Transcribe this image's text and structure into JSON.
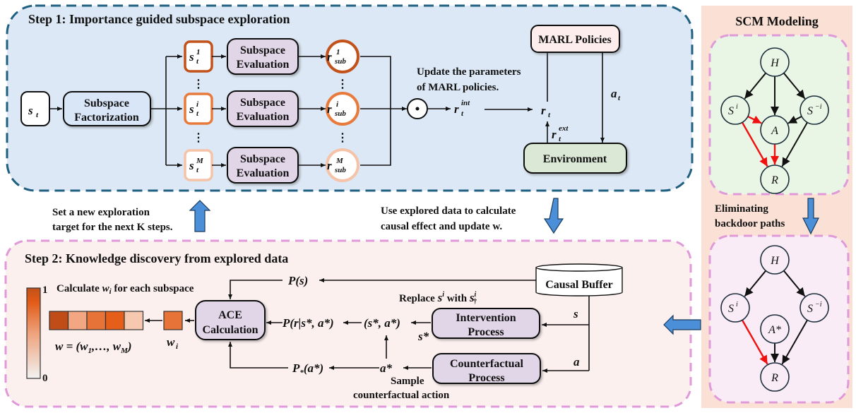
{
  "step1": {
    "title": "Step 1: Importance guided subspace exploration",
    "state_input": "s",
    "state_input_sub": "t",
    "factorization": [
      "Subspace",
      "Factorization"
    ],
    "subspaces": [
      {
        "sup": "1",
        "color": "#c2511a"
      },
      {
        "sup": "i",
        "color": "#e87a3c"
      },
      {
        "sup": "M",
        "color": "#f5c3a8"
      }
    ],
    "evaluation": [
      "Subspace",
      "Evaluation"
    ],
    "reward_sub": "sub",
    "odot": "⊙",
    "r_int": {
      "base": "r",
      "sub": "t",
      "sup": "int"
    },
    "update_note": [
      "Update the parameters",
      "of MARL policies."
    ],
    "r_t": {
      "base": "r",
      "sub": "t"
    },
    "r_ext": {
      "base": "r",
      "sub": "t",
      "sup": "ext"
    },
    "a_t": {
      "base": "a",
      "sub": "t"
    },
    "marl": "MARL Policies",
    "environment": "Environment"
  },
  "transitions": {
    "up_note": [
      "Set a new exploration",
      "target for the next K steps."
    ],
    "down_note": [
      "Use explored data to calculate",
      "causal effect and update w."
    ]
  },
  "step2": {
    "title": "Step 2: Knowledge discovery from explored data",
    "calc_note_pre": "Calculate ",
    "calc_note_var": "w",
    "calc_note_sub": "i",
    "calc_note_post": " for each subspace",
    "colorbar": {
      "max": "1",
      "min": "0",
      "from": "#f2f2f2",
      "to": "#c2511a"
    },
    "weights": [
      0.95,
      0.45,
      0.75,
      0.85,
      0.3
    ],
    "weight_colors": [
      "#c04c17",
      "#f2a682",
      "#e87338",
      "#e55f1a",
      "#f6c8b0"
    ],
    "w_single_color": "#e87338",
    "w_vector": "w = (w",
    "w_vector_label": [
      "w = (w",
      "1",
      ",…, w",
      "M",
      ")"
    ],
    "w_i": {
      "base": "w",
      "sub": "i"
    },
    "ace": [
      "ACE",
      "Calculation"
    ],
    "p_s": "P(s)",
    "p_r": "P(r|s*, a*)",
    "p_a": [
      "P",
      "*",
      "(a*)"
    ],
    "pair": "(s*, a*)",
    "s_star": "s*",
    "a_star": "a*",
    "replace_note": [
      "Replace ",
      "s",
      "i",
      " with ",
      "s",
      "i",
      "†"
    ],
    "intervention": [
      "Intervention",
      "Process"
    ],
    "counterfactual": [
      "Counterfactual",
      "Process"
    ],
    "sample_note": [
      "Sample",
      "counterfactual action"
    ],
    "buffer": "Causal Buffer",
    "s_label": "s",
    "a_label": "a"
  },
  "scm": {
    "title": "SCM Modeling",
    "eliminating_note": [
      "Eliminating",
      "backdoor paths"
    ],
    "nodes_top": [
      "H",
      "S",
      "S",
      "A",
      "R"
    ],
    "node_sup_top": [
      "",
      "i",
      "−i",
      "",
      ""
    ],
    "nodes_bottom": [
      "H",
      "S",
      "S",
      "A*",
      "R"
    ],
    "node_sup_bottom": [
      "",
      "i",
      "−i",
      "",
      ""
    ]
  },
  "colors": {
    "step1_bg": "#dce8f5",
    "step1_border": "#1f5f80",
    "step2_bg": "#fcf0ef",
    "step2_border": "#e09ad9",
    "scm_bg": "#fbe1d5",
    "scm_top_bg": "#eaf6e5",
    "scm_bottom_bg": "#f9ecf6",
    "process_fill": "#e1d5e8",
    "factor_fill": "#d9e6f8",
    "marl_fill": "#fdeeed",
    "env_fill": "#dbe8d6",
    "arrow_blue": "#4a8fd8",
    "edge_red": "#f01010"
  }
}
